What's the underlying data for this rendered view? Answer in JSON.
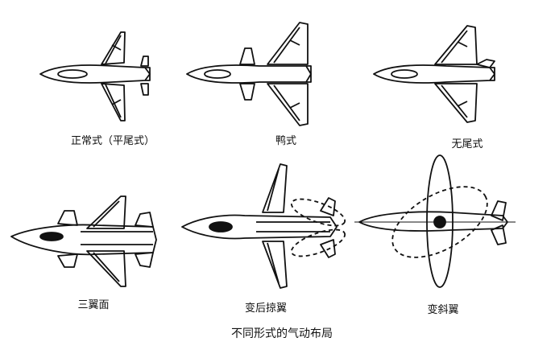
{
  "labels": {
    "conventional": "正常式（平尾式）",
    "canard": "鸭式",
    "tailless": "无尾式",
    "three_surface": "三翼面",
    "variable_sweep": "变后掠翼",
    "oblique_wing": "变斜翼"
  },
  "caption": "不同形式的气动布局"
}
